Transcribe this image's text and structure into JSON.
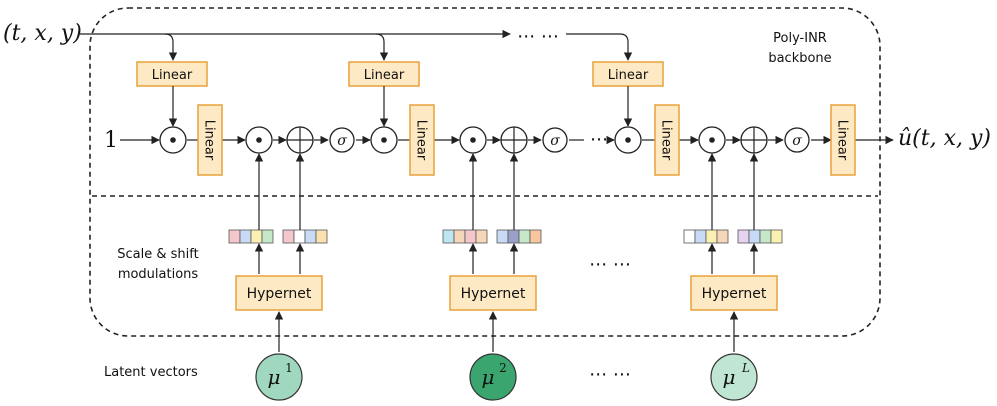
{
  "labels": {
    "input": "(t, x, y)",
    "one": "1",
    "output": "û(t, x, y)",
    "backbone_line1": "Poly-INR",
    "backbone_line2": "backbone",
    "modulations_line1": "Scale & shift",
    "modulations_line2": "modulations",
    "latent_vectors": "Latent vectors",
    "top_ellipsis": "⋯ ⋯",
    "mid_ellipsis": "⋯",
    "mod_ellipsis": "⋯ ⋯",
    "latent_ellipsis": "⋯ ⋯"
  },
  "blocks": {
    "linear": "Linear",
    "hypernet": "Hypernet",
    "sigma": "σ"
  },
  "latents": [
    {
      "base": "μ",
      "sup": "1",
      "color": "#9fd8bf"
    },
    {
      "base": "μ",
      "sup": "2",
      "color": "#3aa56e"
    },
    {
      "base": "μ",
      "sup": "L",
      "color": "#bfe6d3"
    }
  ],
  "colors": {
    "block_fill": "#fde9c4",
    "block_stroke": "#e8a23a"
  },
  "modulation_cells": [
    [
      "#f4c7cc",
      "#c8daf5",
      "#fbf0b4",
      "#c6e8c8"
    ],
    [
      "#f4c7cc",
      "#ffffff",
      "#c8daf5",
      "#fbe0b0"
    ],
    [
      "#bfe6f0",
      "#f6d6b8",
      "#f4c7cc",
      "#f6d6b8"
    ],
    [
      "#c8daf5",
      "#9aa0c8",
      "#c6e8c8",
      "#f6c7a0"
    ],
    [
      "#ffffff",
      "#c8daf5",
      "#fbf0b4",
      "#f6d6b8"
    ],
    [
      "#e6d3f0",
      "#c8daf5",
      "#c6e8c8",
      "#fbf0b4"
    ]
  ]
}
